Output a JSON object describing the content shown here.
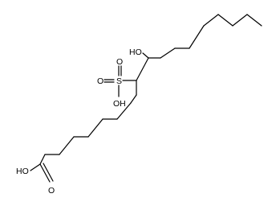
{
  "molecule": {
    "labels": {
      "hydroxyl": "HO",
      "sulfur": "S",
      "oxygen_top": "O",
      "oxygen_left": "O",
      "sulfonic_hydroxyl": "OH",
      "acid_hydroxyl": "HO",
      "acid_carbonyl": "O"
    },
    "colors": {
      "bond": "#000000",
      "text": "#000000",
      "background": "#ffffff"
    }
  }
}
